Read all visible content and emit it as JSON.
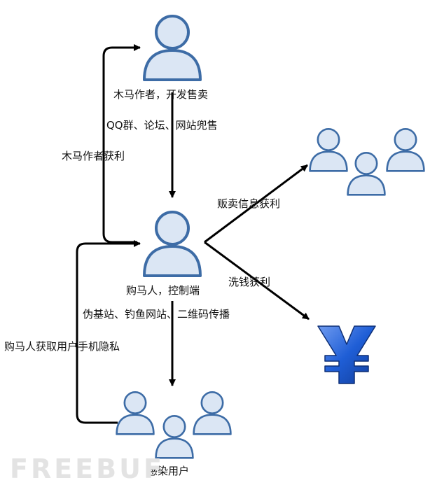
{
  "nodes": {
    "trojan_author": "木马作者，开发售卖",
    "buyer": "购马人，控制端",
    "infected": "感染用户"
  },
  "edges": {
    "author_to_buyer": "QQ群、论坛、网站兜售",
    "author_profit": "木马作者获利",
    "sell_info": "贩卖信息获利",
    "launder": "洗钱获利",
    "buyer_to_infected": "伪基站、钓鱼网站、二维码传播",
    "buyer_privacy": "购马人获取用户手机隐私"
  },
  "watermark": "FREEBUF",
  "colors": {
    "user_fill": "#dbe6f4",
    "user_stroke": "#3d6ca6",
    "yen_blue": "#1f5ed6",
    "arrow": "#000000"
  },
  "icons": [
    "user-icon",
    "user-group-icon",
    "yen-icon"
  ]
}
